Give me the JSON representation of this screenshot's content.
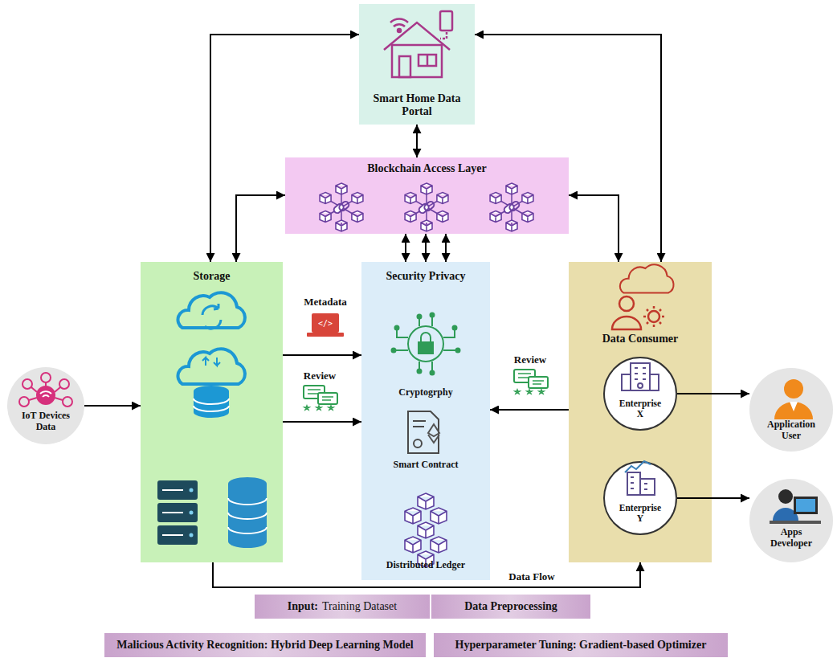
{
  "diagram": {
    "nodes": [
      {
        "text": [
          "Smart Home Data Portal"
        ]
      },
      {
        "text": [
          "Blockchain Access Layer"
        ]
      },
      {
        "text": [
          "Storage"
        ]
      },
      {
        "text": [
          "Security Privacy"
        ]
      },
      {
        "text": [
          "Cryptogrphy"
        ],
        "in": 3
      },
      {
        "text": [
          "Smart Contract"
        ],
        "in": 3
      },
      {
        "text": [
          "Distributed Ledger"
        ],
        "in": 3
      },
      {
        "text": [
          "Data Consumer"
        ]
      },
      {
        "text": [
          "Enterprise X"
        ],
        "in": 7
      },
      {
        "text": [
          "Enterprise Y"
        ],
        "in": 7
      },
      {
        "text": [
          "IoT Devices Data"
        ]
      },
      {
        "text": [
          "Application User"
        ]
      },
      {
        "text": [
          "Apps Developer"
        ]
      },
      {
        "text": [
          "Input:",
          "Training Dataset"
        ]
      },
      {
        "text": [
          "Data Preprocessing"
        ]
      },
      {
        "text": [
          "Malicious Activity Recognition: Hybrid Deep Learning Model"
        ]
      },
      {
        "text": [
          "Hyperparameter Tuning: Gradient-based Optimizer"
        ]
      }
    ],
    "edges": [
      {
        "from": 10,
        "to": 2,
        "arrow": "to"
      },
      {
        "from": 2,
        "to": 3,
        "label": "Metadata",
        "arrow": "to"
      },
      {
        "from": 2,
        "to": 3,
        "label": "Review",
        "arrow": "to"
      },
      {
        "from": 7,
        "to": 3,
        "label": "Review",
        "arrow": "to"
      },
      {
        "from": 2,
        "to": 7,
        "label": "Data Flow",
        "arrow": "to"
      },
      {
        "from": 8,
        "to": 11,
        "arrow": "to"
      },
      {
        "from": 9,
        "to": 12,
        "arrow": "to"
      },
      {
        "from": 0,
        "to": 1,
        "arrow": "both"
      },
      {
        "from": 1,
        "to": 3,
        "arrow": "both"
      },
      {
        "from": 1,
        "to": 3,
        "arrow": "both"
      },
      {
        "from": 1,
        "to": 3,
        "arrow": "both"
      },
      {
        "from": 2,
        "to": 1,
        "arrow": "both"
      },
      {
        "from": 1,
        "to": 7,
        "arrow": "both"
      },
      {
        "from": 0,
        "to": 2,
        "arrow": "both"
      },
      {
        "from": 0,
        "to": 7,
        "arrow": "both"
      }
    ]
  }
}
